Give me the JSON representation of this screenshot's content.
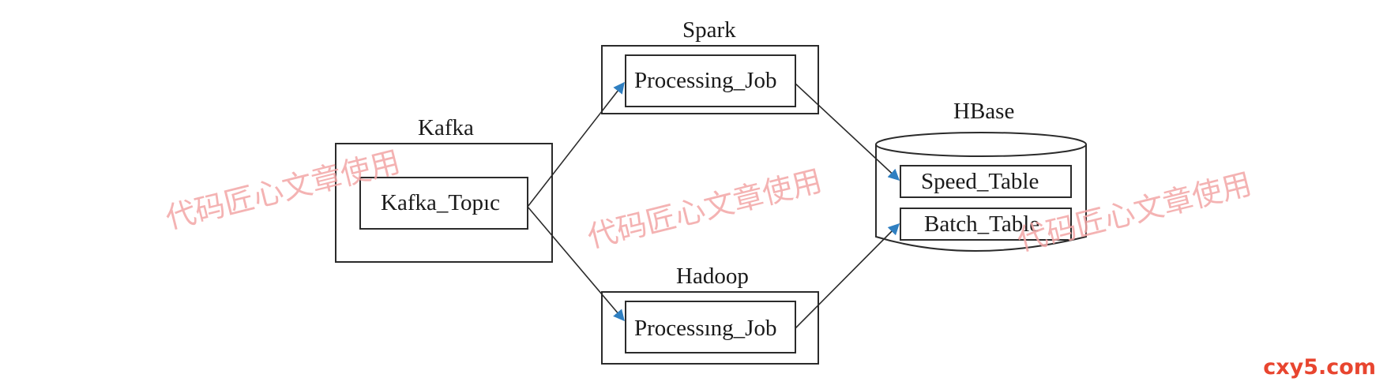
{
  "groups": {
    "kafka": {
      "title": "Kafka",
      "item": "Kafka_Topıc"
    },
    "spark": {
      "title": "Spark",
      "item": "Processing_Job"
    },
    "hadoop": {
      "title": "Hadoop",
      "item": "Processıng_Job"
    },
    "hbase": {
      "title": "HBase",
      "tables": [
        "Speed_Table",
        "Batch_Table"
      ]
    }
  },
  "watermark": {
    "text": "代码匠心文章使用"
  },
  "site_mark": {
    "text": "cxy5.com",
    "color": "#e8452f"
  },
  "colors": {
    "line": "#2b2b2b",
    "arrow_head": "#2f7fc1",
    "box": "#2b2b2b"
  }
}
